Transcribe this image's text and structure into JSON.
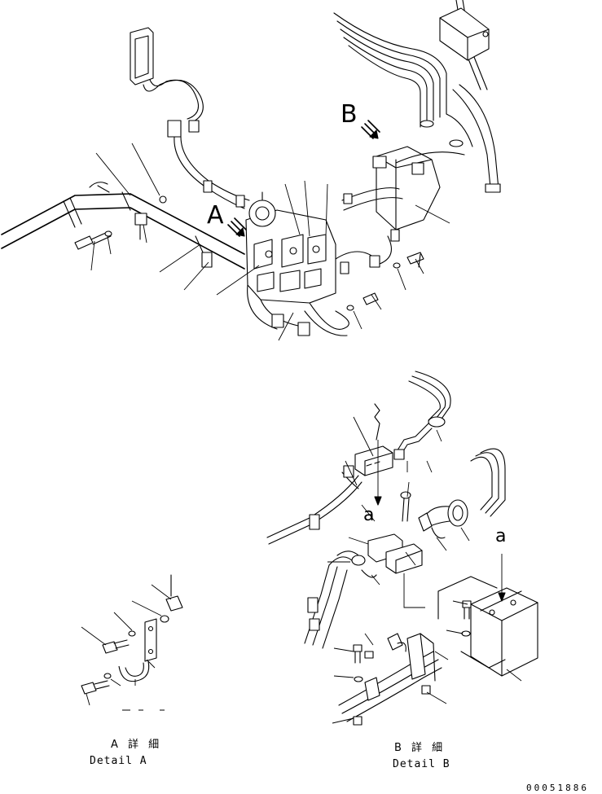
{
  "labels": {
    "view_a": "A",
    "view_b": "B",
    "detail_ref_a_left": "a",
    "detail_ref_a_right": "a"
  },
  "captions": {
    "detail_a_jp": "A 詳 細",
    "detail_a_en": "Detail A",
    "detail_b_jp": "B 詳 細",
    "detail_b_en": "Detail B"
  },
  "document_number": "00051886"
}
